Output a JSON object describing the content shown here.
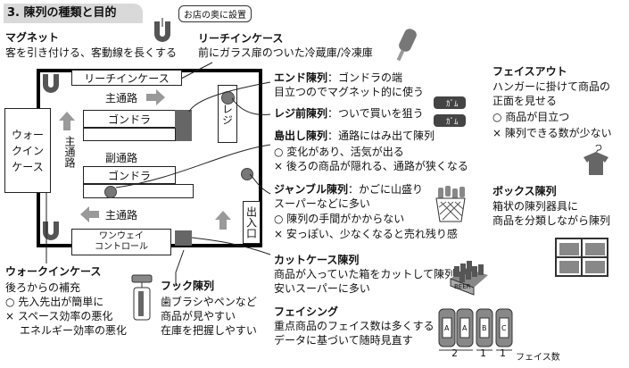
{
  "title": "3. 陳列の種類と目的",
  "callout": "お店の奥に設置",
  "magnet": {
    "title": "マグネット",
    "desc": "客を引き付ける、客動線を長くする"
  },
  "reach_in": {
    "title": "リーチインケース",
    "desc": "前にガラス扉のついた冷蔵庫/冷凍庫"
  },
  "map": {
    "reach_in_label": "リーチインケース",
    "main_aisle_top": "主通路",
    "gondola": "ゴンドラ",
    "sub_aisle": "副通路",
    "main_aisle_bottom": "主通路",
    "main_aisle_left": "主通路",
    "walk_in_label": "ウォークインケース",
    "register": "レジ",
    "entrance": "出入口",
    "oneway_1": "ワンウェイ",
    "oneway_2": "コントロール"
  },
  "end_display": {
    "title": "エンド陳列",
    "desc1": "：ゴンドラの端",
    "desc2": "目立つのでマグネット的に使う"
  },
  "register_display": {
    "title": "レジ前陳列",
    "desc": "：ついで買いを狙う"
  },
  "island": {
    "title": "島出し陳列",
    "desc": "：通路にはみ出て陳列",
    "pro": "○ 変化があり、活気が出る",
    "con": "× 後ろの商品が隠れる、通路が狭くなる"
  },
  "jumble": {
    "title": "ジャンブル陳列",
    "desc": "：かごに山盛り",
    "desc2": "スーパーなどに多い",
    "pro": "○ 陳列の手間がかからない",
    "con": "× 安っぽい、少なくなると売れ残り感"
  },
  "cut_case": {
    "title": "カットケース陳列",
    "desc1": "商品が入っていた箱をカットして陳列",
    "desc2": "安いスーパーに多い"
  },
  "facing": {
    "title": "フェイシング",
    "desc1": "重点商品のフェイス数は多くする",
    "desc2": "データに基づいて随時見直す",
    "counts": [
      "2",
      "1",
      "1"
    ],
    "axis_label": "フェイス数"
  },
  "face_out": {
    "title": "フェイスアウト",
    "desc1": "ハンガーに掛けて商品の",
    "desc2": "正面を見せる",
    "pro": "○ 商品が目立つ",
    "con": "× 陳列できる数が少ない"
  },
  "box_display": {
    "title": "ボックス陳列",
    "desc1": "箱状の陳列器具に",
    "desc2": "商品を分類しながら陳列"
  },
  "walk_in": {
    "title": "ウォークインケース",
    "desc": "後ろからの補充",
    "pro": "○ 先入先出が簡単に",
    "con1": "× スペース効率の悪化",
    "con2": "エネルギー効率の悪化"
  },
  "hook": {
    "title": "フック陳列",
    "desc1": "歯ブラシやペンなど",
    "desc2": "商品が見やすい",
    "desc3": "在庫を把握しやすい"
  },
  "icons": {
    "cart_label_1": "ｶﾞﾑ",
    "cart_label_2": "ｶﾞﾑ",
    "beer": "BEER",
    "can_labels": [
      "A",
      "A",
      "B",
      "C"
    ]
  }
}
